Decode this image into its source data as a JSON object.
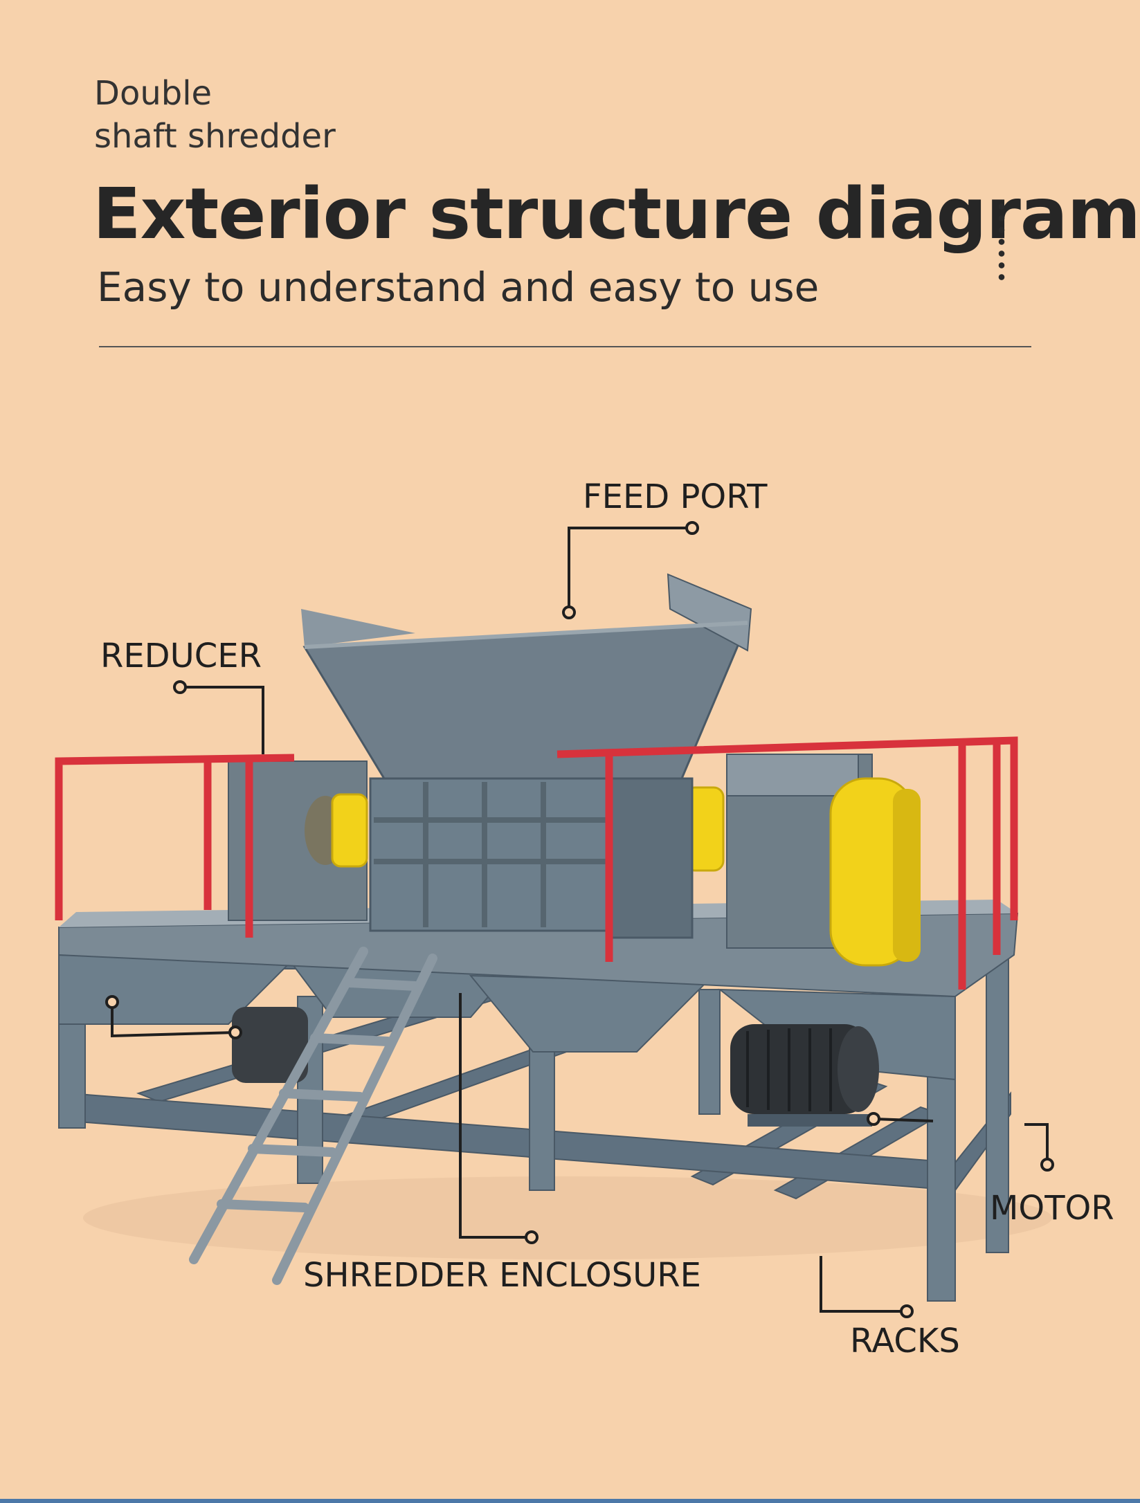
{
  "header": {
    "kicker_line1": "Double",
    "kicker_line2": "shaft shredder",
    "title": "Exterior structure diagram",
    "subtitle": "Easy to understand and easy to use"
  },
  "callouts": {
    "feed_port": "FEED PORT",
    "reducer": "REDUCER",
    "shredder_enclosure": "SHREDDER ENCLOSURE",
    "motor": "MOTOR",
    "racks": "RACKS"
  },
  "colors": {
    "background": "#f7d2ac",
    "frame_gray": "#6d7f8c",
    "railing_red": "#d8323c",
    "coupling_yellow": "#f2d21a",
    "motor_dark": "#2e3236"
  }
}
